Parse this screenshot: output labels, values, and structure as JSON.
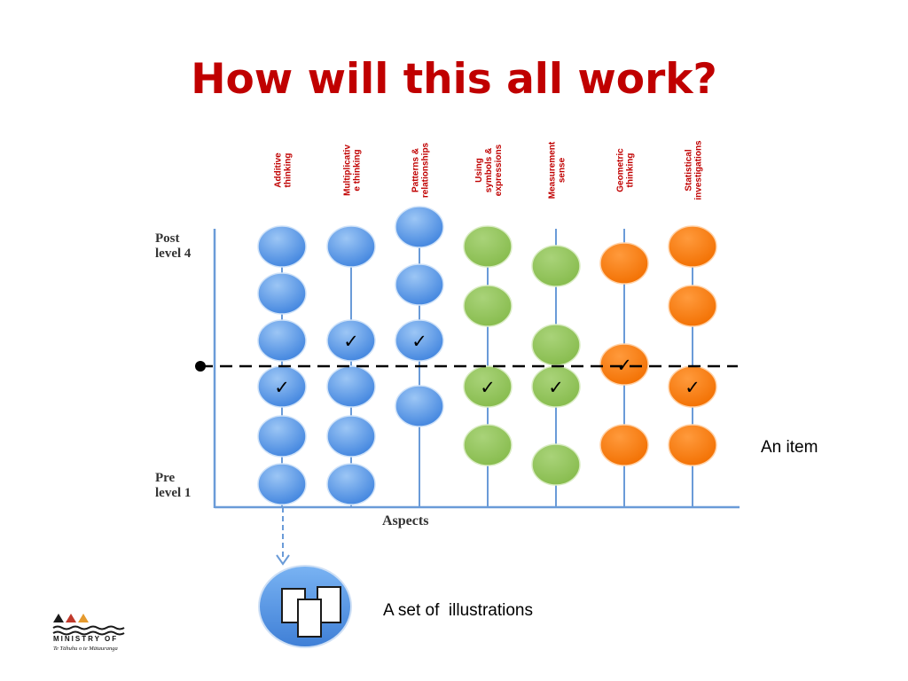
{
  "slide": {
    "title": "How will this all work?",
    "note_item": "An item",
    "note_illustrations": "A set of  illustrations"
  },
  "diagram": {
    "columns": [
      {
        "lines": [
          "Additive",
          "thinking"
        ],
        "items": 6,
        "checked_index": 3,
        "color": "blue"
      },
      {
        "lines": [
          "Multiplicativ",
          "e thinking"
        ],
        "items": 5,
        "checked_index": 1,
        "color": "blue"
      },
      {
        "lines": [
          "Patterns &",
          "relationships"
        ],
        "items": 4,
        "checked_index": 2,
        "color": "blue"
      },
      {
        "lines": [
          "Using",
          "symbols &",
          "expressions"
        ],
        "items": 4,
        "checked_index": 2,
        "color": "green"
      },
      {
        "lines": [
          "Measurement",
          "sense"
        ],
        "items": 4,
        "checked_index": 2,
        "color": "green"
      },
      {
        "lines": [
          "Geometric",
          "thinking"
        ],
        "items": 3,
        "checked_index": 1,
        "color": "orange"
      },
      {
        "lines": [
          "Statistical",
          "investigations"
        ],
        "items": 4,
        "checked_index": 2,
        "color": "orange"
      }
    ],
    "y_top_lines": [
      "Post",
      "level 4"
    ],
    "y_bottom_lines": [
      "Pre",
      "level 1"
    ],
    "x_axis_label": "Aspects",
    "check_symbol": "✓",
    "colors": {
      "blue": "#5a9ae6",
      "green": "#92c55a",
      "orange": "#f97a0c",
      "axis": "#6a9bd8",
      "label": "#c00000"
    }
  },
  "logo": {
    "line1": "MINISTRY OF",
    "line2": "Te Tāhuhu o te Mātauranga"
  }
}
